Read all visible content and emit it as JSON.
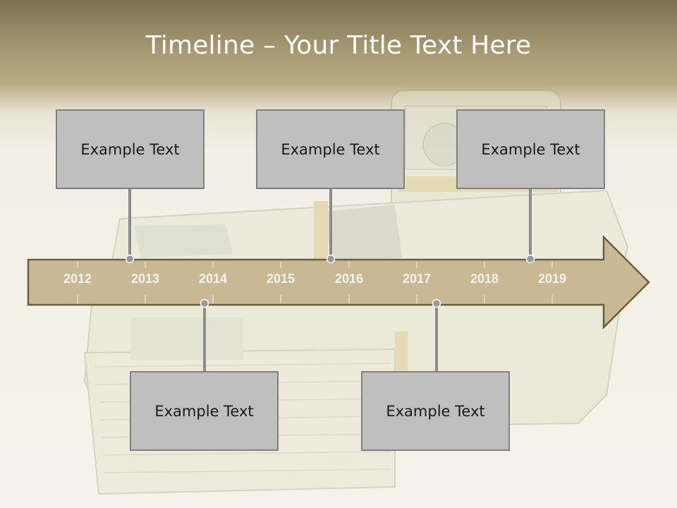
{
  "slide": {
    "title": "Timeline – Your Title Text Here"
  },
  "timeline": {
    "years": [
      "2012",
      "2013",
      "2014",
      "2015",
      "2016",
      "2017",
      "2018",
      "2019"
    ],
    "callouts_top": [
      {
        "text": "Example Text"
      },
      {
        "text": "Example Text"
      },
      {
        "text": "Example Text"
      }
    ],
    "callouts_bottom": [
      {
        "text": "Example Text"
      },
      {
        "text": "Example Text"
      }
    ]
  },
  "colors": {
    "arrow_fill": "#c8b893",
    "arrow_stroke": "#6b5e3e",
    "callout_fill": "#bfbfbf",
    "callout_border": "#808080",
    "connector": "#8c8c8c"
  },
  "icons": [
    "money-stack-image"
  ]
}
